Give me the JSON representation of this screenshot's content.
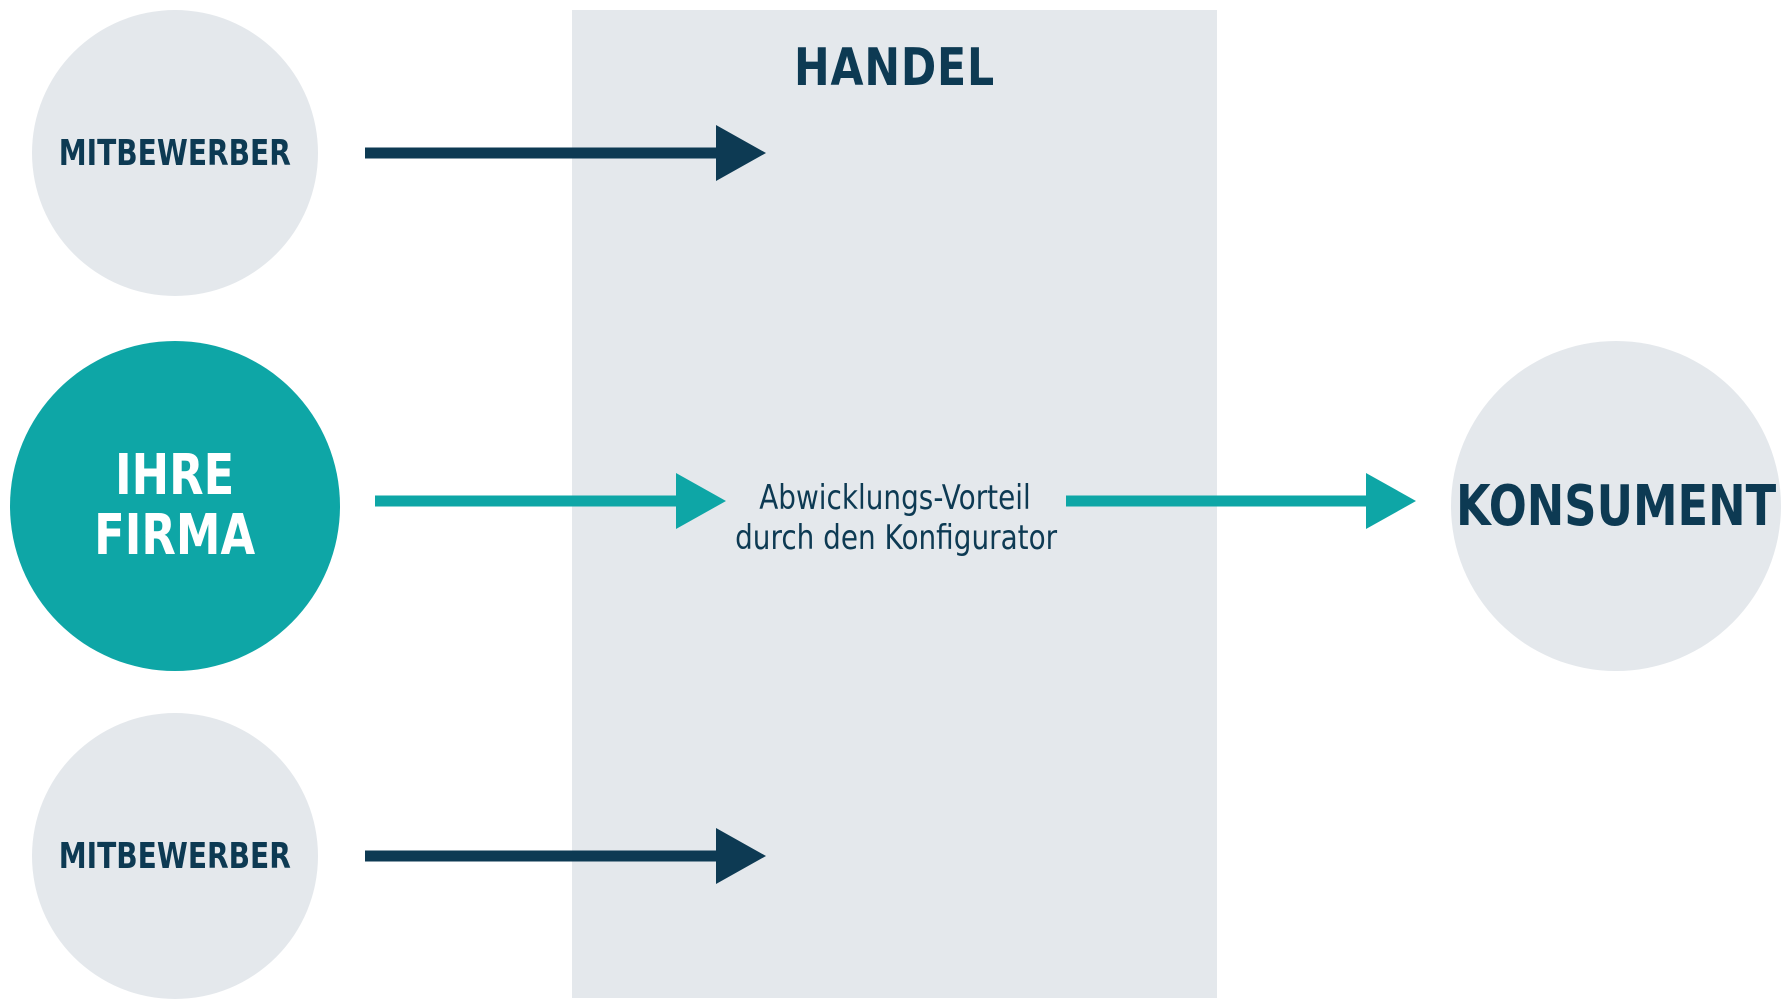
{
  "diagram": {
    "handel_label": "HANDEL",
    "competitor_top_label": "MITBEWERBER",
    "competitor_bottom_label": "MITBEWERBER",
    "company_label_line1": "IHRE",
    "company_label_line2": "FIRMA",
    "consumer_label": "KONSUMENT",
    "advantage_line1": "Abwicklungs-Vorteil",
    "advantage_line2": "durch den Konfigurator"
  },
  "colors": {
    "navy": "#0d3a53",
    "teal": "#0ea6a6",
    "light_grey": "#e4e8ec"
  }
}
